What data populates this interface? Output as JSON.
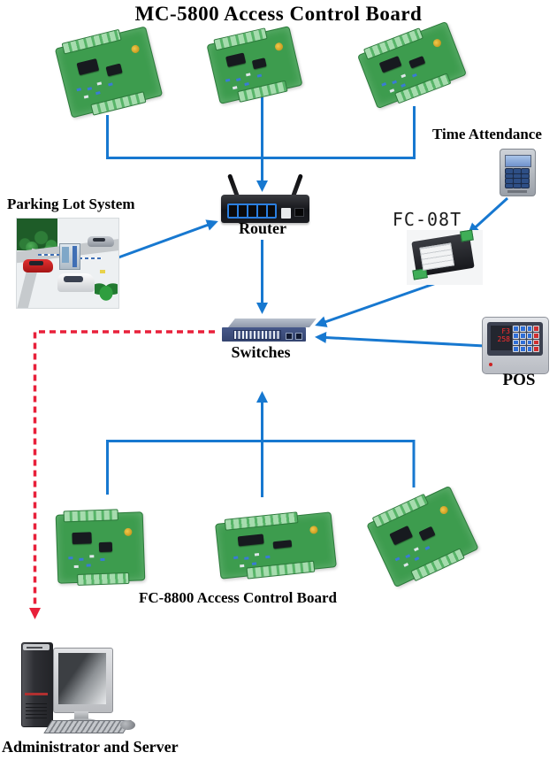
{
  "title": "MC-5800 Access Control Board",
  "nodes": {
    "time_attendance": {
      "label": "Time Attendance"
    },
    "parking": {
      "label": "Parking Lot System"
    },
    "router": {
      "label": "Router"
    },
    "fc08t": {
      "label": "FC-08T"
    },
    "switches": {
      "label": "Switches"
    },
    "pos": {
      "label": "POS",
      "display_line1": "F3",
      "display_line2": "258"
    },
    "fc8800": {
      "label": "FC-8800 Access Control Board"
    },
    "admin": {
      "label": "Administrator and Server"
    }
  },
  "colors": {
    "connector_blue": "#1778d0",
    "connector_red_dashed": "#e8203a",
    "pcb_green": "#3d9c4e",
    "switch_navy": "#34446f",
    "router_black": "#17181c"
  }
}
